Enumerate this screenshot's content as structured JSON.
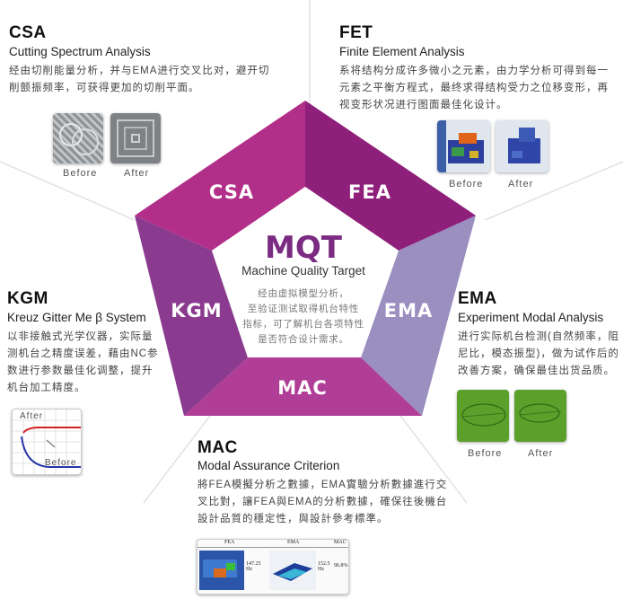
{
  "center": {
    "title": "MQT",
    "subtitle": "Machine Quality Target",
    "desc_lines": [
      "经由虚拟模型分析，",
      "至验证测试取得机台特性",
      "指标，可了解机台各项特性",
      "是否符合设计需求。"
    ]
  },
  "segments": {
    "csa": "CSA",
    "fea": "FEA",
    "ema": "EMA",
    "mac": "MAC",
    "kgm": "KGM"
  },
  "csa": {
    "code": "CSA",
    "subtitle": "Cutting Spectrum Analysis",
    "desc_lines": [
      "经由切削能量分析，并与EMA进行交叉比对，避开切",
      "削颤振频率，可获得更加的切削平面。"
    ],
    "before": "Before",
    "after": "After"
  },
  "fet": {
    "code": "FET",
    "subtitle": "Finite Element Analysis",
    "desc_lines": [
      "系将结构分成许多微小之元素，由力学分析可得到每一",
      "元素之平衡方程式，最终求得结构受力之位移变形，再",
      "视变形状况进行图面最佳化设计。"
    ],
    "before": "Before",
    "after": "After"
  },
  "kgm": {
    "code": "KGM",
    "subtitle": "Kreuz Gitter Me β System",
    "desc_lines": [
      "以非接触式光学仪器，实际量",
      "测机台之精度误差，藉由NC参",
      "数进行参数最佳化调整，提升",
      "机台加工精度。"
    ],
    "after": "After",
    "before": "Before"
  },
  "ema": {
    "code": "EMA",
    "subtitle": "Experiment Modal Analysis",
    "desc_lines": [
      "进行实际机台检测(自然频率，阻",
      "尼比，模态振型)，做为试作后的",
      "改善方案，确保最佳出货品质。"
    ],
    "before": "Before",
    "after": "After"
  },
  "mac": {
    "code": "MAC",
    "subtitle": "Modal Assurance Criterion",
    "desc_lines": [
      "將FEA模擬分析之數據，EMA實驗分析數據進行交",
      "叉比對，讓FEA與EMA的分析數據，確保往後機台",
      "設計品質的穩定性，與設計參考標準。"
    ],
    "table_headers": [
      "FEA",
      "EMA",
      "MAC"
    ],
    "freq_fea": "147.25 Hz",
    "freq_ema": "152.5 Hz",
    "mac_value": "96.8%"
  },
  "colors": {
    "csa": "#b22f89",
    "fea": "#8e1f7a",
    "ema": "#9b8fc0",
    "mac": "#b03e96",
    "kgm": "#8a3a8f",
    "title": "#7b2b82"
  }
}
